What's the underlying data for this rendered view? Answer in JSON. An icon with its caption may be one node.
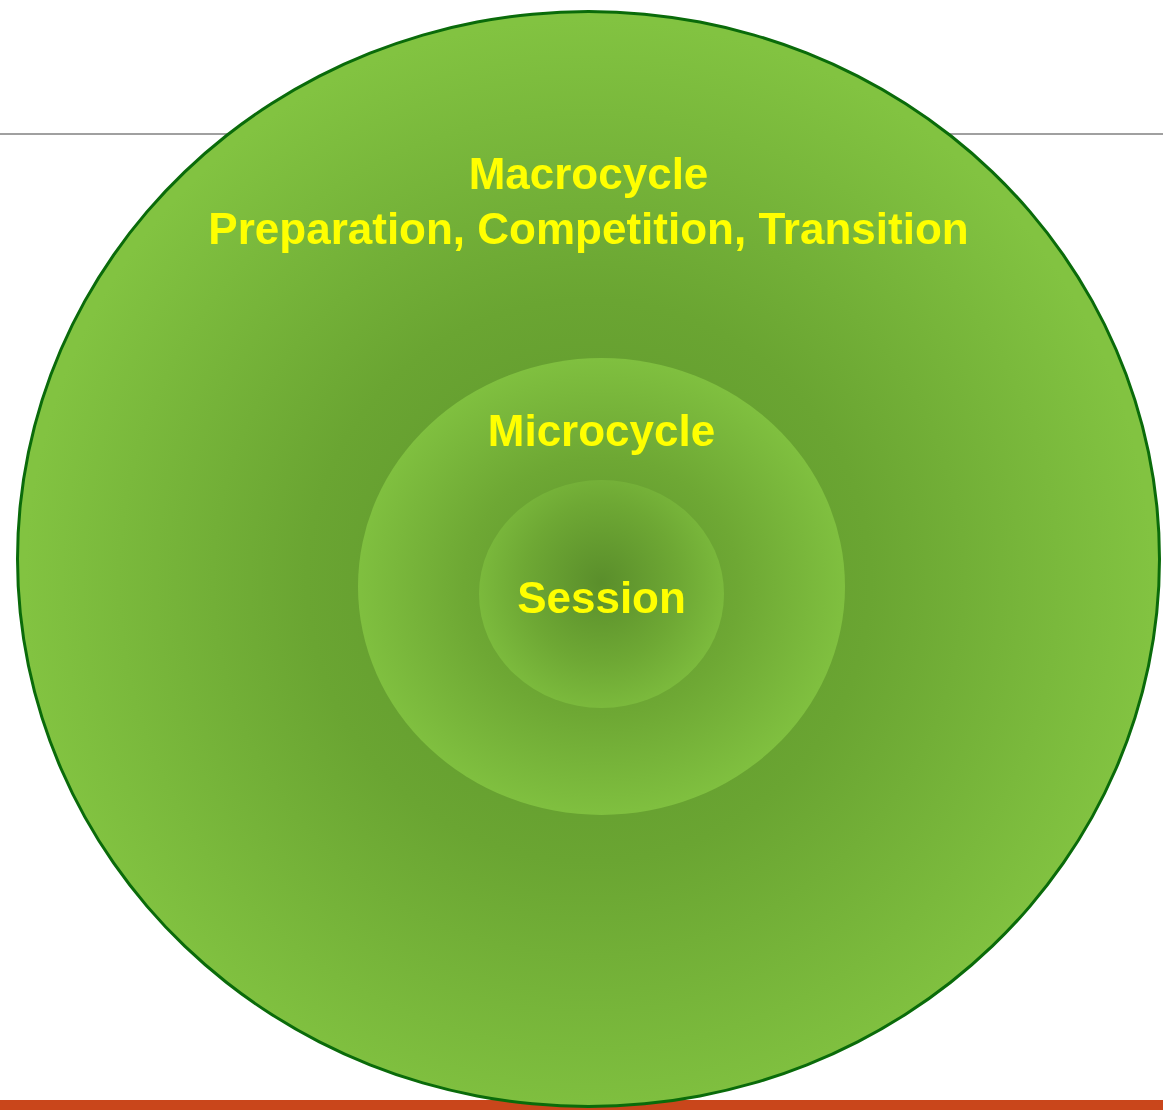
{
  "diagram": {
    "nodes": [
      {
        "text": [
          "Macrocycle",
          "Preparation, Competition, Transition"
        ]
      },
      {
        "text": [
          "Microcycle"
        ],
        "in": 0
      },
      {
        "text": [
          "Session"
        ],
        "in": 1
      }
    ]
  }
}
